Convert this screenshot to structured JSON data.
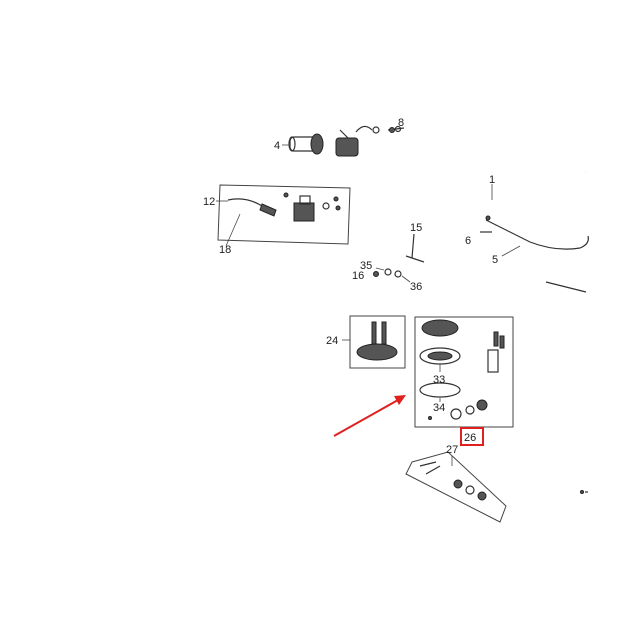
{
  "diagram": {
    "callouts": [
      {
        "id": "c1",
        "text": "1"
      },
      {
        "id": "c4",
        "text": "4"
      },
      {
        "id": "c5",
        "text": "5"
      },
      {
        "id": "c6",
        "text": "6"
      },
      {
        "id": "c8",
        "text": "8"
      },
      {
        "id": "c12",
        "text": "12"
      },
      {
        "id": "c15",
        "text": "15"
      },
      {
        "id": "c16",
        "text": "16"
      },
      {
        "id": "c18",
        "text": "18"
      },
      {
        "id": "c24",
        "text": "24"
      },
      {
        "id": "c26",
        "text": "26"
      },
      {
        "id": "c27",
        "text": "27"
      },
      {
        "id": "c33",
        "text": "33"
      },
      {
        "id": "c34",
        "text": "34"
      },
      {
        "id": "c35",
        "text": "35"
      },
      {
        "id": "c36",
        "text": "36"
      }
    ],
    "highlight": {
      "target": "26",
      "color": "#e0201e"
    },
    "arrow_color": "#e0201e"
  }
}
